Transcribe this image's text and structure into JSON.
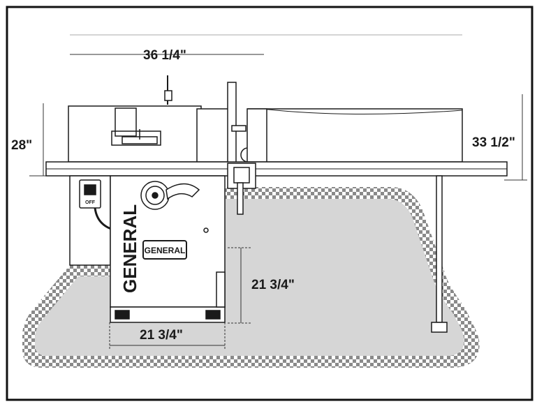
{
  "diagram": {
    "dimensions": {
      "overall_width": "36 1/4\"",
      "table_height": "28\"",
      "overall_height": "33  1/2\"",
      "cabinet_height": "21 3/4\"",
      "cabinet_width": "21 3/4\""
    },
    "brand": {
      "vertical_logo": "GENERAL",
      "badge": "GENERAL"
    },
    "switch": {
      "label": "OFF"
    },
    "colors": {
      "outline": "#1a1a1a",
      "floor_fill": "#d6d6d6",
      "checker_dark": "#8a8a8a",
      "machine_fill": "#ffffff"
    }
  }
}
